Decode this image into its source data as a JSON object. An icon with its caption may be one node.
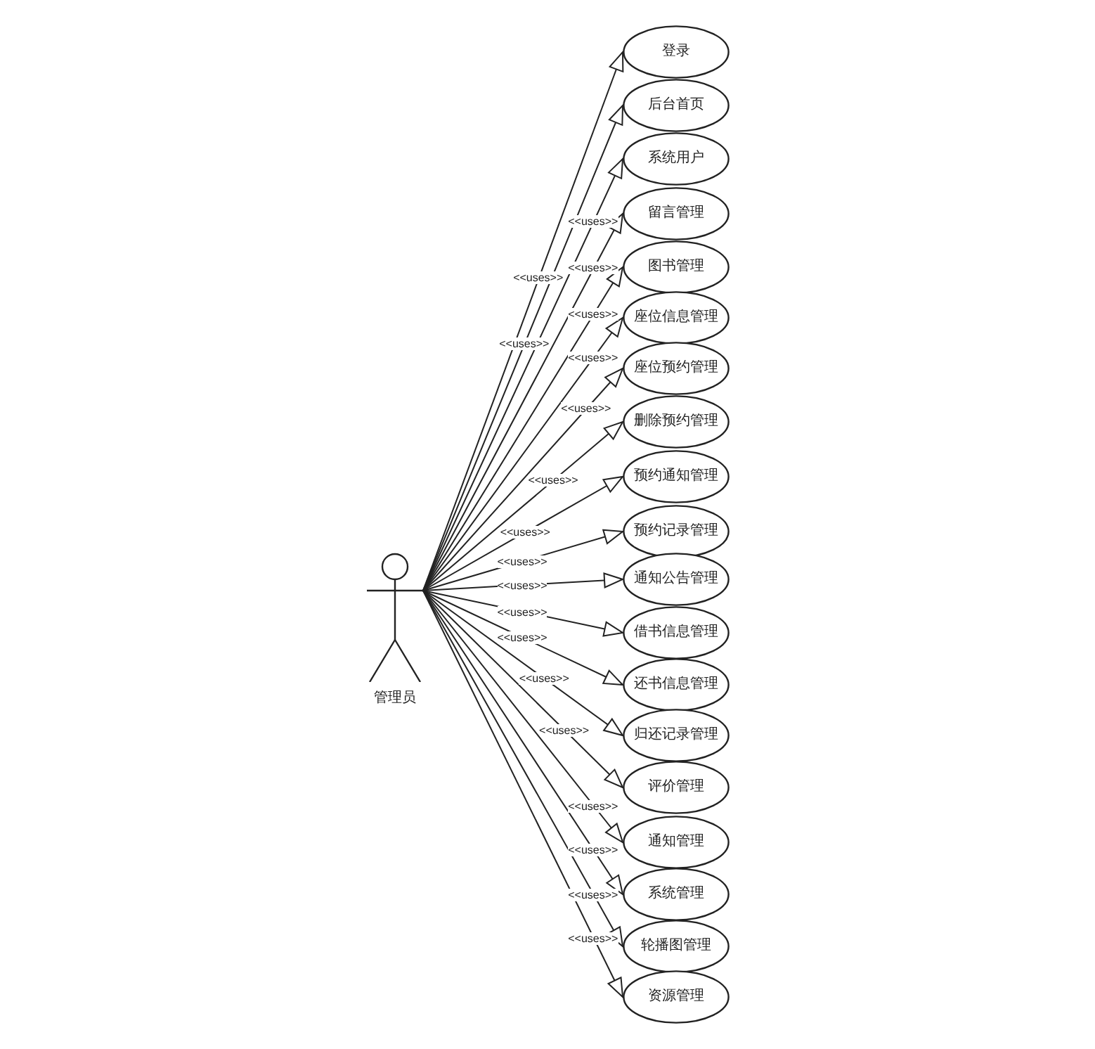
{
  "diagram": {
    "nodes": [
      {
        "text": [
          "管理员"
        ]
      },
      {
        "text": [
          "登录"
        ]
      },
      {
        "text": [
          "后台首页"
        ]
      },
      {
        "text": [
          "系统用户"
        ]
      },
      {
        "text": [
          "留言管理"
        ]
      },
      {
        "text": [
          "图书管理"
        ]
      },
      {
        "text": [
          "座位信息管理"
        ]
      },
      {
        "text": [
          "座位预约管理"
        ]
      },
      {
        "text": [
          "删除预约管理"
        ]
      },
      {
        "text": [
          "预约通知管理"
        ]
      },
      {
        "text": [
          "预约记录管理"
        ]
      },
      {
        "text": [
          "通知公告管理"
        ]
      },
      {
        "text": [
          "借书信息管理"
        ]
      },
      {
        "text": [
          "还书信息管理"
        ]
      },
      {
        "text": [
          "归还记录管理"
        ]
      },
      {
        "text": [
          "评价管理"
        ]
      },
      {
        "text": [
          "通知管理"
        ]
      },
      {
        "text": [
          "系统管理"
        ]
      },
      {
        "text": [
          "轮播图管理"
        ]
      },
      {
        "text": [
          "资源管理"
        ]
      }
    ],
    "edges": [
      {
        "from": 0,
        "to": 1,
        "arrow": "to",
        "label": "<<uses>>"
      },
      {
        "from": 0,
        "to": 2,
        "arrow": "to",
        "label": "<<uses>>"
      },
      {
        "from": 0,
        "to": 3,
        "arrow": "to",
        "label": "<<uses>>"
      },
      {
        "from": 0,
        "to": 4,
        "arrow": "to",
        "label": "<<uses>>"
      },
      {
        "from": 0,
        "to": 5,
        "arrow": "to",
        "label": "<<uses>>"
      },
      {
        "from": 0,
        "to": 6,
        "arrow": "to",
        "label": "<<uses>>"
      },
      {
        "from": 0,
        "to": 7,
        "arrow": "to",
        "label": "<<uses>>"
      },
      {
        "from": 0,
        "to": 8,
        "arrow": "to",
        "label": "<<uses>>"
      },
      {
        "from": 0,
        "to": 9,
        "arrow": "to",
        "label": "<<uses>>"
      },
      {
        "from": 0,
        "to": 10,
        "arrow": "to",
        "label": "<<uses>>"
      },
      {
        "from": 0,
        "to": 11,
        "arrow": "to",
        "label": "<<uses>>"
      },
      {
        "from": 0,
        "to": 12,
        "arrow": "to",
        "label": "<<uses>>"
      },
      {
        "from": 0,
        "to": 13,
        "arrow": "to",
        "label": "<<uses>>"
      },
      {
        "from": 0,
        "to": 14,
        "arrow": "to",
        "label": "<<uses>>"
      },
      {
        "from": 0,
        "to": 15,
        "arrow": "to",
        "label": "<<uses>>"
      },
      {
        "from": 0,
        "to": 16,
        "arrow": "to",
        "label": "<<uses>>"
      },
      {
        "from": 0,
        "to": 17,
        "arrow": "to",
        "label": "<<uses>>"
      },
      {
        "from": 0,
        "to": 18,
        "arrow": "to",
        "label": "<<uses>>"
      },
      {
        "from": 0,
        "to": 19,
        "arrow": "to",
        "label": "<<uses>>"
      }
    ]
  }
}
